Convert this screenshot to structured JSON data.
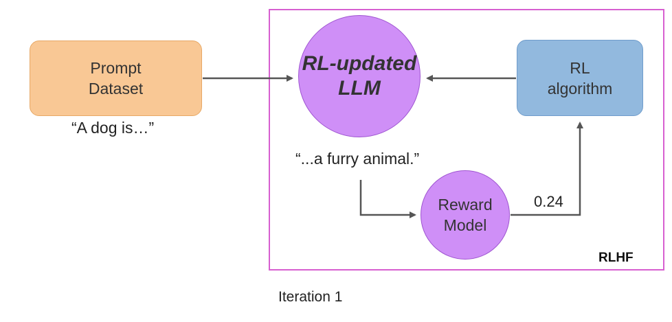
{
  "diagram": {
    "prompt_dataset": "Prompt\nDataset",
    "prompt_example": "“A dog is…”",
    "llm": "RL-updated\nLLM",
    "completion_example": "“...a furry animal.”",
    "reward_model": "Reward\nModel",
    "reward_score": "0.24",
    "rl_algorithm": "RL\nalgorithm",
    "frame_label": "RLHF",
    "iteration_label": "Iteration 1"
  },
  "colors": {
    "prompt_fill": "#f9c895",
    "rl_fill": "#92b9de",
    "model_fill": "#cf8ff7",
    "frame_border": "#d75fd0",
    "arrow": "#555555"
  }
}
